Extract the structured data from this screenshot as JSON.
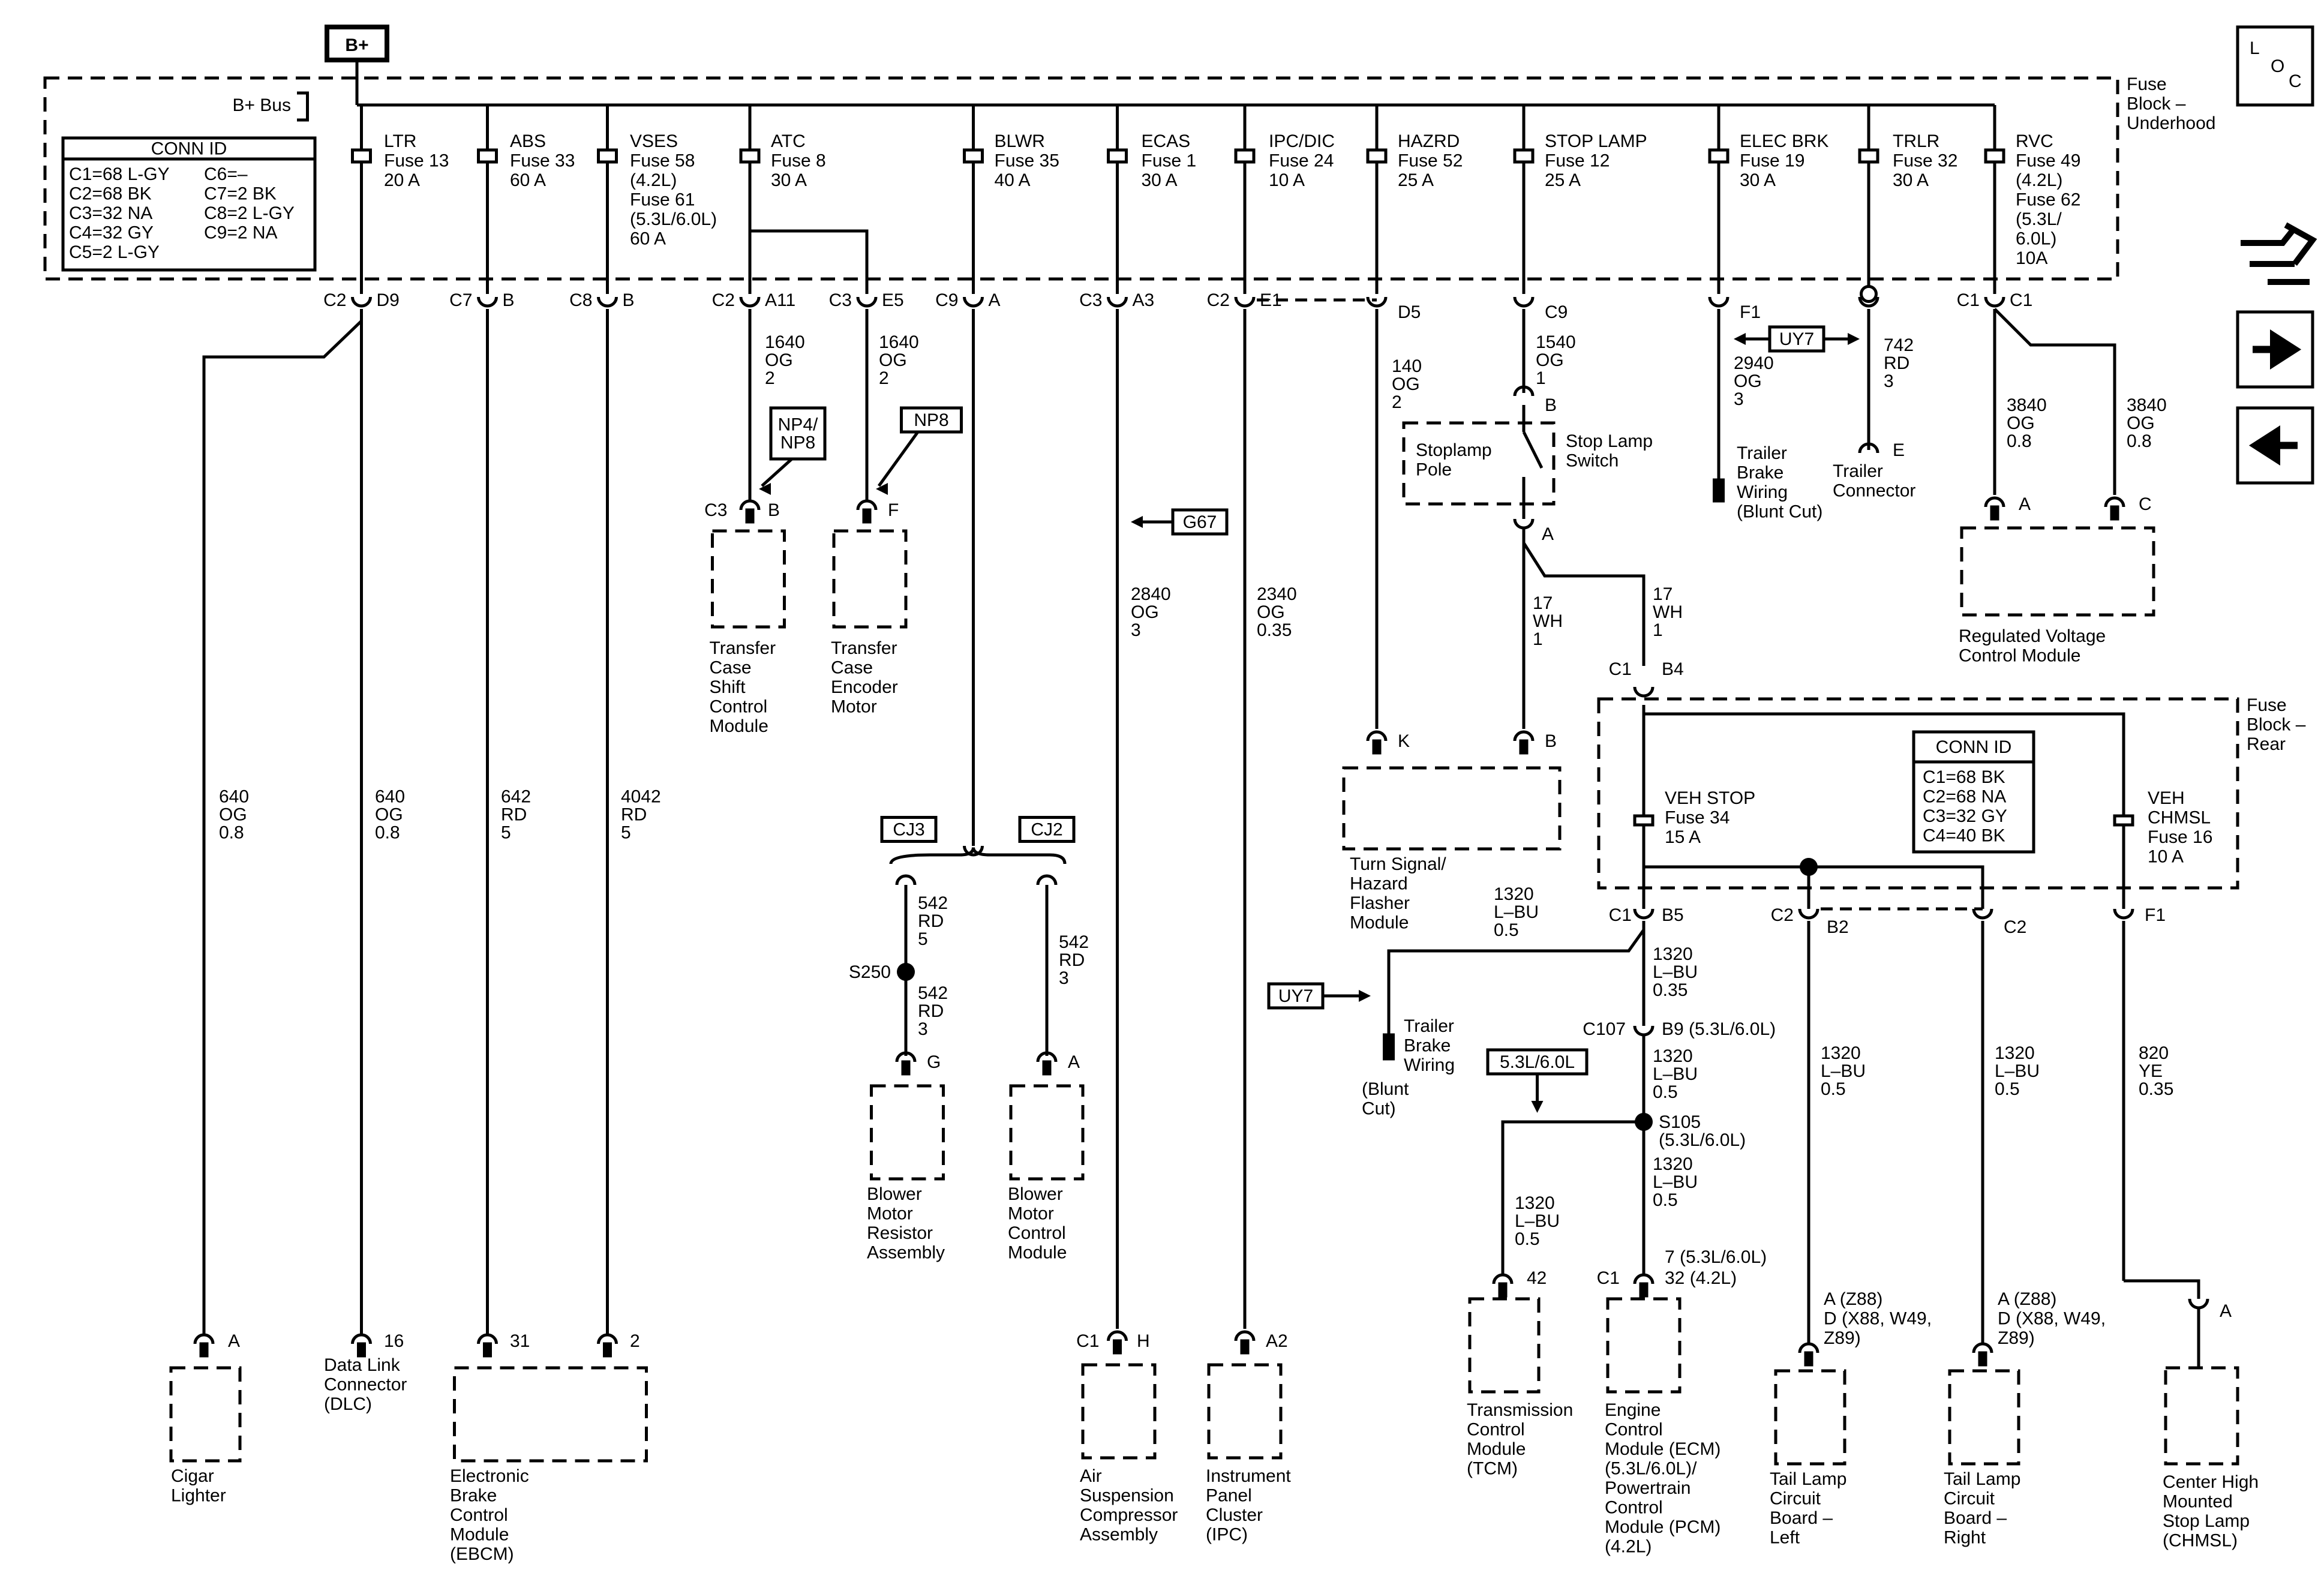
{
  "top": {
    "b_plus": "B+",
    "bus_label": "B+ Bus",
    "fuse_block_underhood": [
      "Fuse",
      "Block –",
      "Underhood"
    ],
    "fuse_block_rear": [
      "Fuse",
      "Block –",
      "Rear"
    ]
  },
  "loc_icon": [
    "L",
    "O",
    "C"
  ],
  "conn_id_underhood": {
    "title": "CONN ID",
    "lines": [
      "C1=68 L-GY",
      "C2=68 BK",
      "C3=32 NA",
      "C4=32 GY",
      "C5=2 L-GY"
    ],
    "lines2": [
      "C6=–",
      "C7=2 BK",
      "C8=2 L-GY",
      "C9=2 NA"
    ]
  },
  "conn_id_rear": {
    "title": "CONN ID",
    "lines": [
      "C1=68 BK",
      "C2=68 NA",
      "C3=32 GY",
      "C4=40 BK"
    ]
  },
  "fuses": [
    {
      "lines": [
        "LTR",
        "Fuse 13",
        "20 A"
      ]
    },
    {
      "lines": [
        "ABS",
        "Fuse 33",
        "60 A"
      ]
    },
    {
      "lines": [
        "VSES",
        "Fuse 58",
        "(4.2L)",
        "Fuse 61",
        "(5.3L/6.0L)",
        "60 A"
      ]
    },
    {
      "lines": [
        "ATC",
        "Fuse 8",
        "30 A"
      ]
    },
    {
      "lines": [
        "BLWR",
        "Fuse 35",
        "40 A"
      ]
    },
    {
      "lines": [
        "ECAS",
        "Fuse 1",
        "30 A"
      ]
    },
    {
      "lines": [
        "IPC/DIC",
        "Fuse 24",
        "10 A"
      ]
    },
    {
      "lines": [
        "HAZRD",
        "Fuse 52",
        "25 A"
      ]
    },
    {
      "lines": [
        "STOP LAMP",
        "Fuse 12",
        "25 A"
      ]
    },
    {
      "lines": [
        "ELEC BRK",
        "Fuse 19",
        "30 A"
      ]
    },
    {
      "lines": [
        "TRLR",
        "Fuse 32",
        "30 A"
      ]
    },
    {
      "lines": [
        "RVC",
        "Fuse 49",
        "(4.2L)",
        "Fuse 62",
        "(5.3L/",
        "6.0L)",
        "10A"
      ]
    },
    {
      "lines": [
        "VEH STOP",
        "Fuse 34",
        "15 A"
      ]
    },
    {
      "lines": [
        "VEH",
        "CHMSL",
        "Fuse 16",
        "10 A"
      ]
    }
  ],
  "connectors": [
    [
      "C2",
      "D9"
    ],
    [
      "C7",
      "B"
    ],
    [
      "C8",
      "B"
    ],
    [
      "C2",
      "A11"
    ],
    [
      "C3",
      "E5"
    ],
    [
      "C9",
      "A"
    ],
    [
      "C3",
      "A3"
    ],
    [
      "C2",
      "E1"
    ],
    [
      "D5"
    ],
    [
      "C9"
    ],
    [
      "F1"
    ],
    [
      "C1",
      "C1"
    ],
    [
      "C1",
      "B4"
    ],
    [
      "C1",
      "B5"
    ],
    [
      "C2",
      "B2"
    ],
    [
      "C2"
    ],
    [
      "F1"
    ],
    [
      "C107",
      "B9 (5.3L/6.0L)"
    ]
  ],
  "wires": [
    [
      "1640",
      "OG",
      "2"
    ],
    [
      "1640",
      "OG",
      "2"
    ],
    [
      "140",
      "OG",
      "2"
    ],
    [
      "1540",
      "OG",
      "1"
    ],
    [
      "2940",
      "OG",
      "3"
    ],
    [
      "742",
      "RD",
      "3"
    ],
    [
      "3840",
      "OG",
      "0.8"
    ],
    [
      "3840",
      "OG",
      "0.8"
    ],
    [
      "2840",
      "OG",
      "3"
    ],
    [
      "2340",
      "OG",
      "0.35"
    ],
    [
      "17",
      "WH",
      "1"
    ],
    [
      "17",
      "WH",
      "1"
    ],
    [
      "640",
      "OG",
      "0.8"
    ],
    [
      "640",
      "OG",
      "0.8"
    ],
    [
      "642",
      "RD",
      "5"
    ],
    [
      "4042",
      "RD",
      "5"
    ],
    [
      "542",
      "RD",
      "5"
    ],
    [
      "542",
      "RD",
      "3"
    ],
    [
      "542",
      "RD",
      "3"
    ],
    [
      "1320",
      "L–BU",
      "0.5"
    ],
    [
      "1320",
      "L–BU",
      "0.35"
    ],
    [
      "1320",
      "L–BU",
      "0.5"
    ],
    [
      "1320",
      "L–BU",
      "0.5"
    ],
    [
      "1320",
      "L–BU",
      "0.5"
    ],
    [
      "1320",
      "L–BU",
      "0.5"
    ],
    [
      "1320",
      "L–BU",
      "0.5"
    ],
    [
      "820",
      "YE",
      "0.35"
    ]
  ],
  "refs": [
    "NP4/",
    "NP8",
    "NP8",
    "G67",
    "UY7",
    "UY7",
    "CJ3",
    "CJ2",
    "5.3L/6.0L"
  ],
  "pins": {
    "tccm": [
      "C3",
      "B"
    ],
    "tcem": "F",
    "rvcm_a": "A",
    "rvcm_c": "C",
    "stop_b": "B",
    "stop_a": "A",
    "trailer_e": "E",
    "flasher_k": "K",
    "flasher_b": "B",
    "blower_g": "G",
    "bmc_a": "A",
    "cigar_a": "A",
    "dlc_16": "16",
    "ebcm_31": "31",
    "ebcm_2": "2",
    "acomp": [
      "C1",
      "H"
    ],
    "ipc": "A2",
    "tcm": "42",
    "ecm_c1": "C1",
    "ecm_pin": [
      "7 (5.3L/6.0L)",
      "32 (4.2L)"
    ],
    "tl_left": [
      "A (Z88)",
      "D (X88, W49,",
      "Z89)"
    ],
    "tl_right": [
      "A (Z88)",
      "D (X88, W49,",
      "Z89)"
    ],
    "chmsl_a": "A"
  },
  "splices": [
    "S250",
    "S105",
    "(5.3L/6.0L)"
  ],
  "stop_lamp_switch": [
    "Stop Lamp",
    "Switch"
  ],
  "stoplamp_pole": [
    "Stoplamp",
    "Pole"
  ],
  "components": [
    {
      "lines": [
        "Transfer",
        "Case",
        "Shift",
        "Control",
        "Module"
      ]
    },
    {
      "lines": [
        "Transfer",
        "Case",
        "Encoder",
        "Motor"
      ]
    },
    {
      "lines": [
        "Trailer",
        "Brake",
        "Wiring",
        "(Blunt Cut)"
      ]
    },
    {
      "lines": [
        "Trailer",
        "Connector"
      ]
    },
    {
      "lines": [
        "Regulated Voltage",
        "Control Module"
      ]
    },
    {
      "lines": [
        "Turn Signal/",
        "Hazard",
        "Flasher",
        "Module"
      ]
    },
    {
      "lines": [
        "Blower",
        "Motor",
        "Resistor",
        "Assembly"
      ]
    },
    {
      "lines": [
        "Blower",
        "Motor",
        "Control",
        "Module"
      ]
    },
    {
      "lines": [
        "Cigar",
        "Lighter"
      ]
    },
    {
      "lines": [
        "Data Link",
        "Connector",
        "(DLC)"
      ]
    },
    {
      "lines": [
        "Electronic",
        "Brake",
        "Control",
        "Module",
        "(EBCM)"
      ]
    },
    {
      "lines": [
        "Air",
        "Suspension",
        "Compressor",
        "Assembly"
      ]
    },
    {
      "lines": [
        "Instrument",
        "Panel",
        "Cluster",
        "(IPC)"
      ]
    },
    {
      "lines": [
        "Trailer",
        "Brake",
        "Wiring"
      ]
    },
    {
      "lines": [
        "(Blunt",
        "Cut)"
      ]
    },
    {
      "lines": [
        "Transmission",
        "Control",
        "Module",
        "(TCM)"
      ]
    },
    {
      "lines": [
        "Engine",
        "Control",
        "Module (ECM)",
        "(5.3L/6.0L)/",
        "Powertrain",
        "Control",
        "Module (PCM)",
        "(4.2L)"
      ]
    },
    {
      "lines": [
        "Tail Lamp",
        "Circuit",
        "Board –",
        "Left"
      ]
    },
    {
      "lines": [
        "Tail Lamp",
        "Circuit",
        "Board –",
        "Right"
      ]
    },
    {
      "lines": [
        "Center High",
        "Mounted",
        "Stop Lamp",
        "(CHMSL)"
      ]
    }
  ]
}
